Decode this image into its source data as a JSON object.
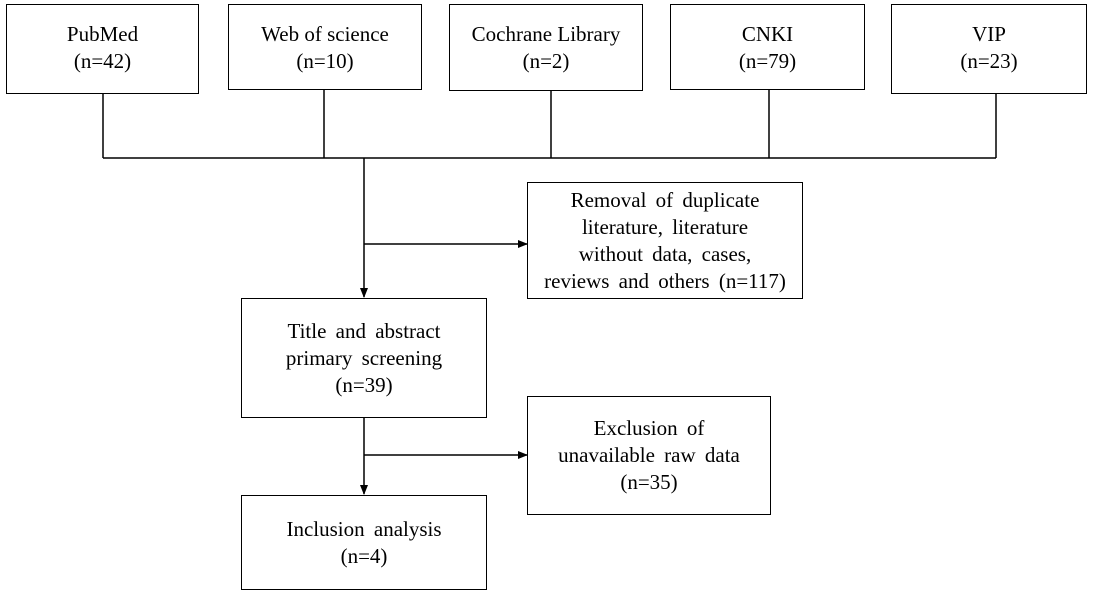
{
  "sources": [
    {
      "name": "PubMed",
      "count": "(n=42)"
    },
    {
      "name": "Web of science",
      "count": "(n=10)"
    },
    {
      "name": "Cochrane Library",
      "count": "(n=2)"
    },
    {
      "name": "CNKI",
      "count": "(n=79)"
    },
    {
      "name": "VIP",
      "count": "(n=23)"
    }
  ],
  "removal": {
    "lines": [
      "Removal of duplicate",
      "literature, literature",
      "without data, cases,",
      "reviews and others (n=117)"
    ]
  },
  "screening": {
    "lines": [
      "Title and abstract",
      "primary screening",
      "(n=39)"
    ]
  },
  "exclusion": {
    "lines": [
      "Exclusion of",
      "unavailable raw data",
      "(n=35)"
    ]
  },
  "inclusion": {
    "lines": [
      "Inclusion analysis",
      "(n=4)"
    ]
  }
}
